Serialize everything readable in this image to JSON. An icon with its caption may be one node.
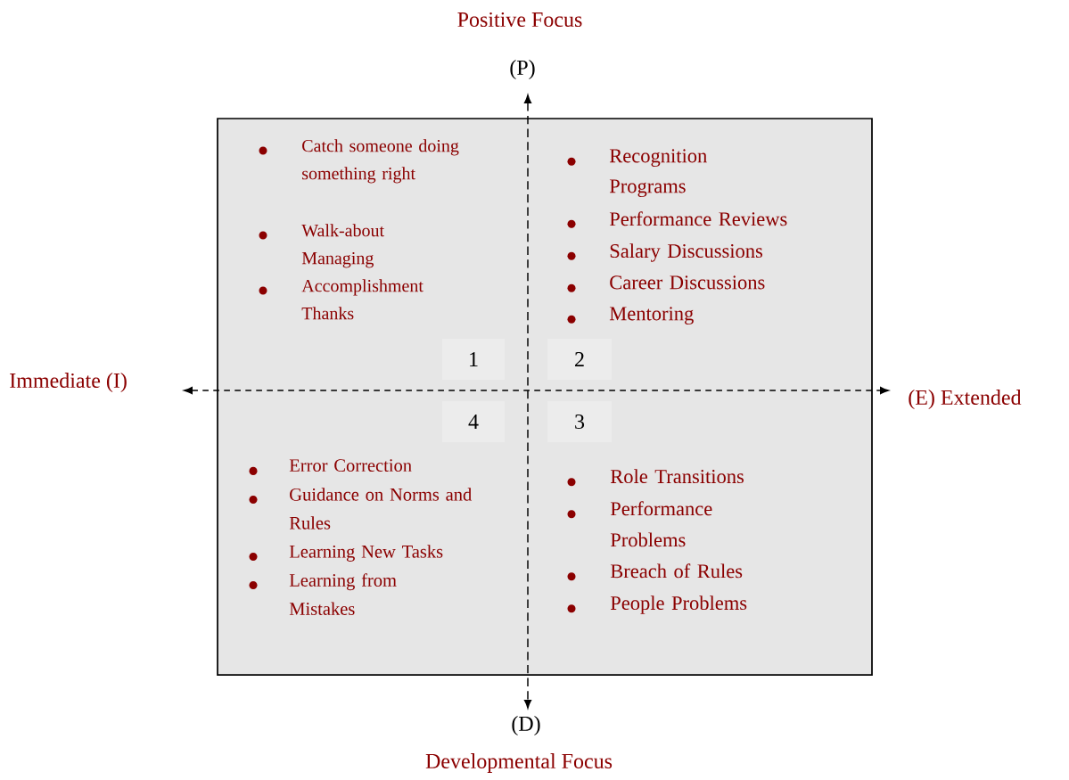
{
  "diagram": {
    "nodes": [
      {
        "text": [],
        "shape": "box"
      },
      {
        "text": [
          "1"
        ],
        "in": 0
      },
      {
        "text": [
          "2"
        ],
        "in": 0
      },
      {
        "text": [
          "4"
        ],
        "in": 0
      },
      {
        "text": [
          "3"
        ],
        "in": 0
      }
    ],
    "edges": [],
    "labels": [
      "Positive Focus",
      "(P)",
      "Catch someone doing something right",
      "Walk-about Managing",
      "Accomplishment Thanks",
      "Recognition Programs",
      "Performance Reviews",
      "Salary Discussions",
      "Career Discussions",
      "Mentoring",
      "Immediate (I)",
      "(E) Extended",
      "Error Correction",
      "Guidance on Norms and Rules",
      "Learning New Tasks",
      "Learning from Mistakes",
      "Role Transitions",
      "Performance Problems",
      "Breach of Rules",
      "People Problems",
      "(D)",
      "Developmental Focus"
    ]
  }
}
